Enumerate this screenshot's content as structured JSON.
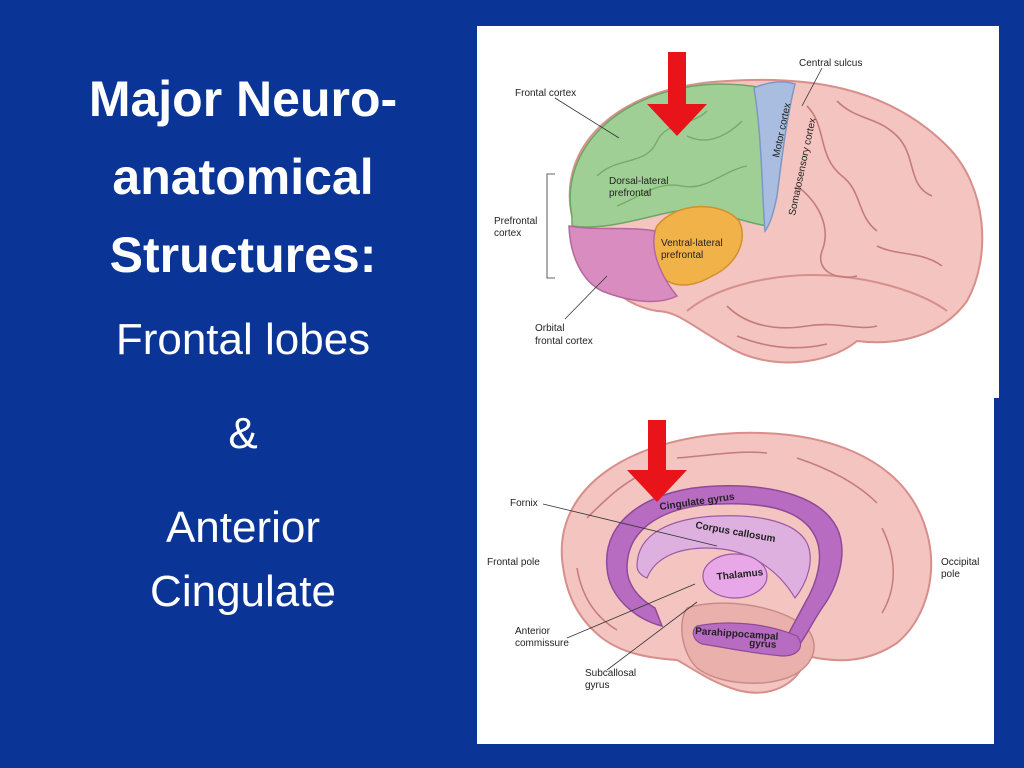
{
  "slide": {
    "title_line1": "Major Neuro-",
    "title_line2": "anatomical",
    "title_line3": "Structures:",
    "subtitle_1": "Frontal lobes",
    "subtitle_amp": "&",
    "subtitle_2a": "Anterior",
    "subtitle_2b": "Cingulate"
  },
  "lateral_view": {
    "labels": {
      "central_sulcus": "Central sulcus",
      "frontal_cortex": "Frontal cortex",
      "motor_cortex": "Motor cortex",
      "somatosensory_cortex": "Somatosensory cortex",
      "dorsal_lateral_1": "Dorsal-lateral",
      "dorsal_lateral_2": "prefrontal",
      "prefrontal_1": "Prefrontal",
      "prefrontal_2": "cortex",
      "ventral_lateral_1": "Ventral-lateral",
      "ventral_lateral_2": "prefrontal",
      "orbital_1": "Orbital",
      "orbital_2": "frontal cortex"
    }
  },
  "medial_view": {
    "labels": {
      "fornix": "Fornix",
      "cingulate_gyrus": "Cingulate gyrus",
      "corpus_callosum": "Corpus callosum",
      "frontal_pole": "Frontal pole",
      "thalamus": "Thalamus",
      "occipital_1": "Occipital",
      "occipital_2": "pole",
      "anterior_commissure_1": "Anterior",
      "anterior_commissure_2": "commissure",
      "parahippocampal_1": "Parahippocampal",
      "parahippocampal_2": "gyrus",
      "subcallosal_1": "Subcallosal",
      "subcallosal_2": "gyrus"
    }
  },
  "colors": {
    "background": "#0a3596",
    "arrow": "#e8141a",
    "brain_pink": "#f3c4c0",
    "frontal_green": "#9fcf95",
    "motor_blue": "#a9bde0",
    "ventral_orange": "#f2b24a",
    "orbital_magenta": "#d98cc0",
    "limbic_purple": "#b86cc1"
  }
}
